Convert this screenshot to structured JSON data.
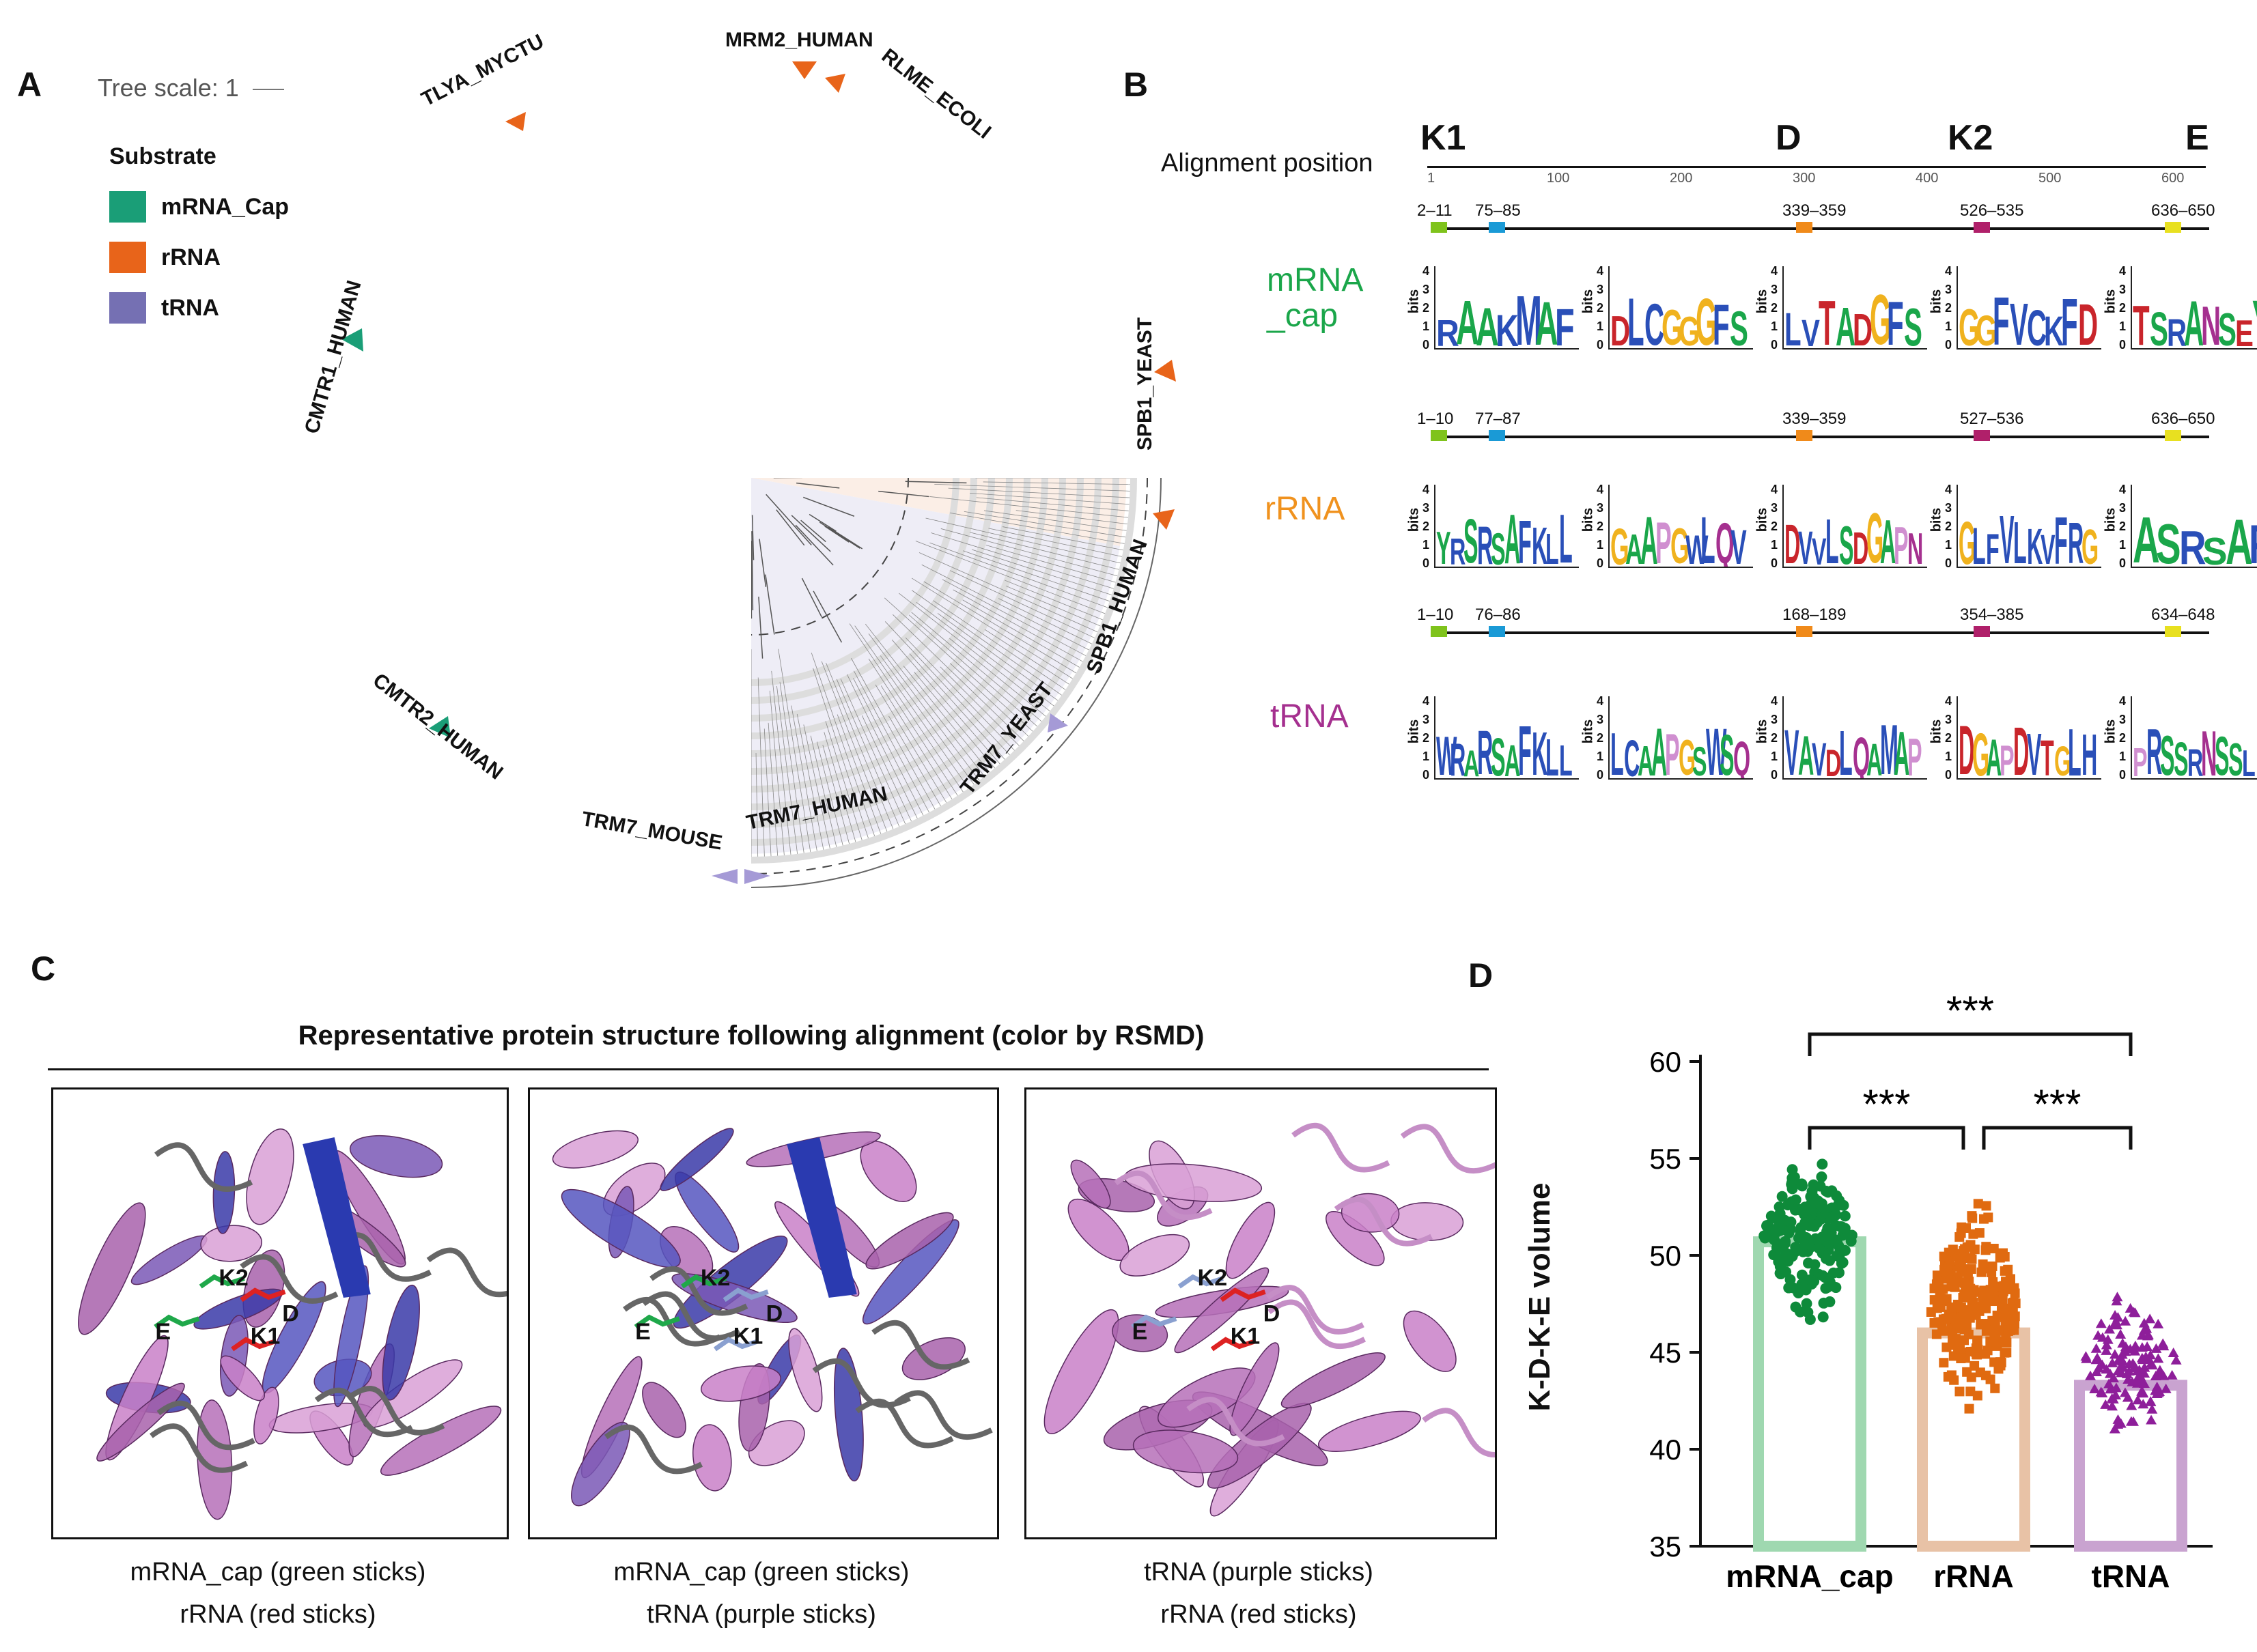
{
  "panel_letters": {
    "a": "A",
    "b": "B",
    "c": "C",
    "d": "D"
  },
  "panelA": {
    "tree_scale": "Tree scale: 1",
    "legend_title": "Substrate",
    "legend": [
      {
        "label": "mRNA_Cap",
        "color": "#1a9e77"
      },
      {
        "label": "rRNA",
        "color": "#e8641a"
      },
      {
        "label": "tRNA",
        "color": "#7570b3"
      }
    ],
    "leaves": [
      {
        "name": "TLYA_MYCTU",
        "color": "#e8641a"
      },
      {
        "name": "MRM2_HUMAN",
        "color": "#e8641a"
      },
      {
        "name": "RLME_ECOLI",
        "color": "#e8641a"
      },
      {
        "name": "SPB1_YEAST",
        "color": "#e8641a"
      },
      {
        "name": "SPB1_HUMAN",
        "color": "#e8641a"
      },
      {
        "name": "TRM7_YEAST",
        "color": "#7570b3"
      },
      {
        "name": "TRM7_HUMAN",
        "color": "#7570b3"
      },
      {
        "name": "TRM7_MOUSE",
        "color": "#7570b3"
      },
      {
        "name": "CMTR2_HUMAN",
        "color": "#1a9e77"
      },
      {
        "name": "CMTR1_HUMAN",
        "color": "#1a9e77"
      }
    ]
  },
  "panelB": {
    "axis_label": "Alignment position",
    "markers": [
      "K1",
      "D",
      "K2",
      "E"
    ],
    "ticks": [
      "1",
      "100",
      "200",
      "300",
      "400",
      "500",
      "600"
    ],
    "rows": [
      {
        "label_line1": "mRNA",
        "label_line2": "_cap",
        "color": "#1aa64a",
        "ranges": [
          "2–11",
          "75–85",
          "339–359",
          "526–535",
          "636–650"
        ],
        "motifs": [
          "RAAKMAF",
          "DLCGGGFS",
          "LVTADGFS",
          "GGFVCKFD",
          "TSRANSEY"
        ]
      },
      {
        "label_line1": "rRNA",
        "label_line2": "",
        "color": "#f0921e",
        "ranges": [
          "1–10",
          "77–87",
          "339–359",
          "527–536",
          "636–650"
        ],
        "motifs": [
          "YRSRSAFKLL",
          "GAAPGWLQV",
          "DVVLSDGAPN",
          "GLFVLKVFRG",
          "ASRSAF"
        ]
      },
      {
        "label_line1": "tRNA",
        "label_line2": "",
        "color": "#a5308f",
        "ranges": [
          "1–10",
          "76–86",
          "168–189",
          "354–385",
          "634–648"
        ],
        "motifs": [
          "WRARSAFKLL",
          "LCAAPGSWSQ",
          "VAVDLQAMAP",
          "DGAPDVTGLH",
          "PRSSRNSSLE"
        ]
      }
    ],
    "bits_label": "bits",
    "logo_ytick": [
      "4",
      "3",
      "2",
      "1",
      "0"
    ]
  },
  "panelC": {
    "title": "Representative protein structure following alignment (color by RSMD)",
    "residue_labels": [
      "K2",
      "D",
      "E",
      "K1"
    ],
    "captions": [
      {
        "line1": "mRNA_cap (green sticks)",
        "line2": "rRNA (red sticks)"
      },
      {
        "line1": "mRNA_cap (green sticks)",
        "line2": "tRNA (purple sticks)"
      },
      {
        "line1": "tRNA (purple sticks)",
        "line2": "rRNA (red sticks)"
      }
    ]
  },
  "chart_data": {
    "type": "bar",
    "title": "",
    "ylabel": "K-D-K-E  volume",
    "xlabel": "",
    "categories": [
      "mRNA_cap",
      "rRNA",
      "tRNA"
    ],
    "values": [
      50.7,
      46.0,
      43.3
    ],
    "ylim": [
      35,
      60
    ],
    "yticks": [
      "35",
      "40",
      "45",
      "50",
      "55",
      "60"
    ],
    "colors": {
      "bar_fill": [
        "#9fd8b0",
        "#e8c2a6",
        "#c9a3d0"
      ],
      "points": [
        "#0e8a3a",
        "#e06a10",
        "#8e1e9a"
      ]
    },
    "point_spread": [
      {
        "min": 46.3,
        "max": 55.6
      },
      {
        "min": 41.2,
        "max": 53.4
      },
      {
        "min": 39.8,
        "max": 49.0
      }
    ],
    "significance": [
      "***",
      "***",
      "***"
    ]
  }
}
